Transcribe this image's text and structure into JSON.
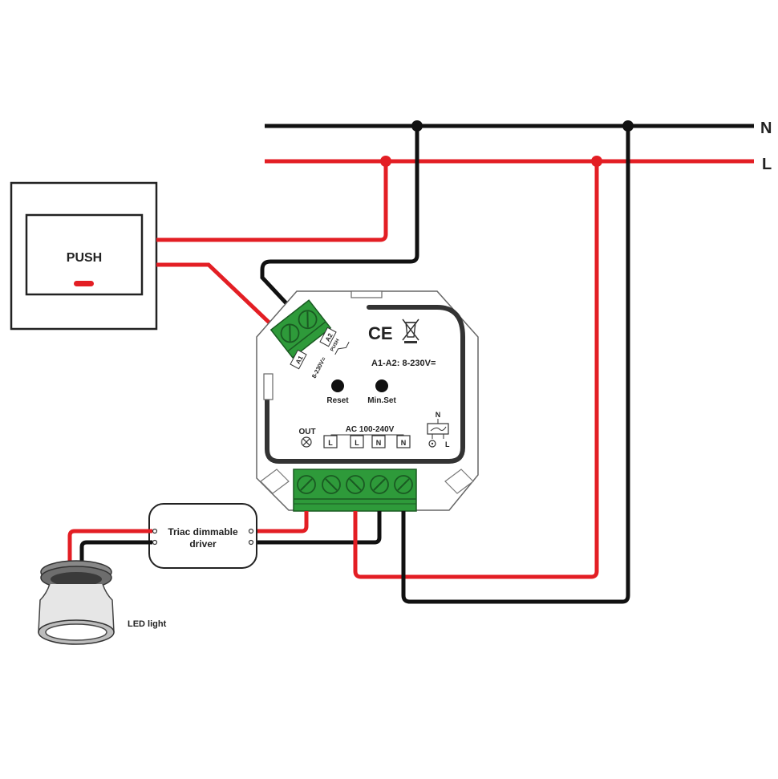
{
  "diagram": {
    "title": "Push dimmer wiring diagram",
    "bus": {
      "neutral_label": "N",
      "live_label": "L"
    },
    "push_switch": {
      "label": "PUSH"
    },
    "module": {
      "input_terminals": [
        "A1",
        "A2"
      ],
      "input_voltage_small": "8-230V=",
      "push_symbol_text": "PUSH",
      "input_voltage_label": "A1-A2: 8-230V=",
      "ce_mark": "CE",
      "buttons": [
        {
          "label": "Reset"
        },
        {
          "label": "Min.Set"
        }
      ],
      "out_label": "OUT",
      "ac_label": "AC 100-240V",
      "terminal_labels": [
        "L",
        "L",
        "N",
        "N"
      ],
      "wiring_symbol": {
        "top": "N",
        "bottom": "L"
      }
    },
    "driver": {
      "line1": "Triac dimmable",
      "line2": "driver"
    },
    "led": {
      "label": "LED light"
    },
    "colors": {
      "live_wire": "#e31e24",
      "neutral_wire": "#111111",
      "terminal_green": "#2e9a3a",
      "terminal_green_dark": "#1f6e27"
    }
  }
}
